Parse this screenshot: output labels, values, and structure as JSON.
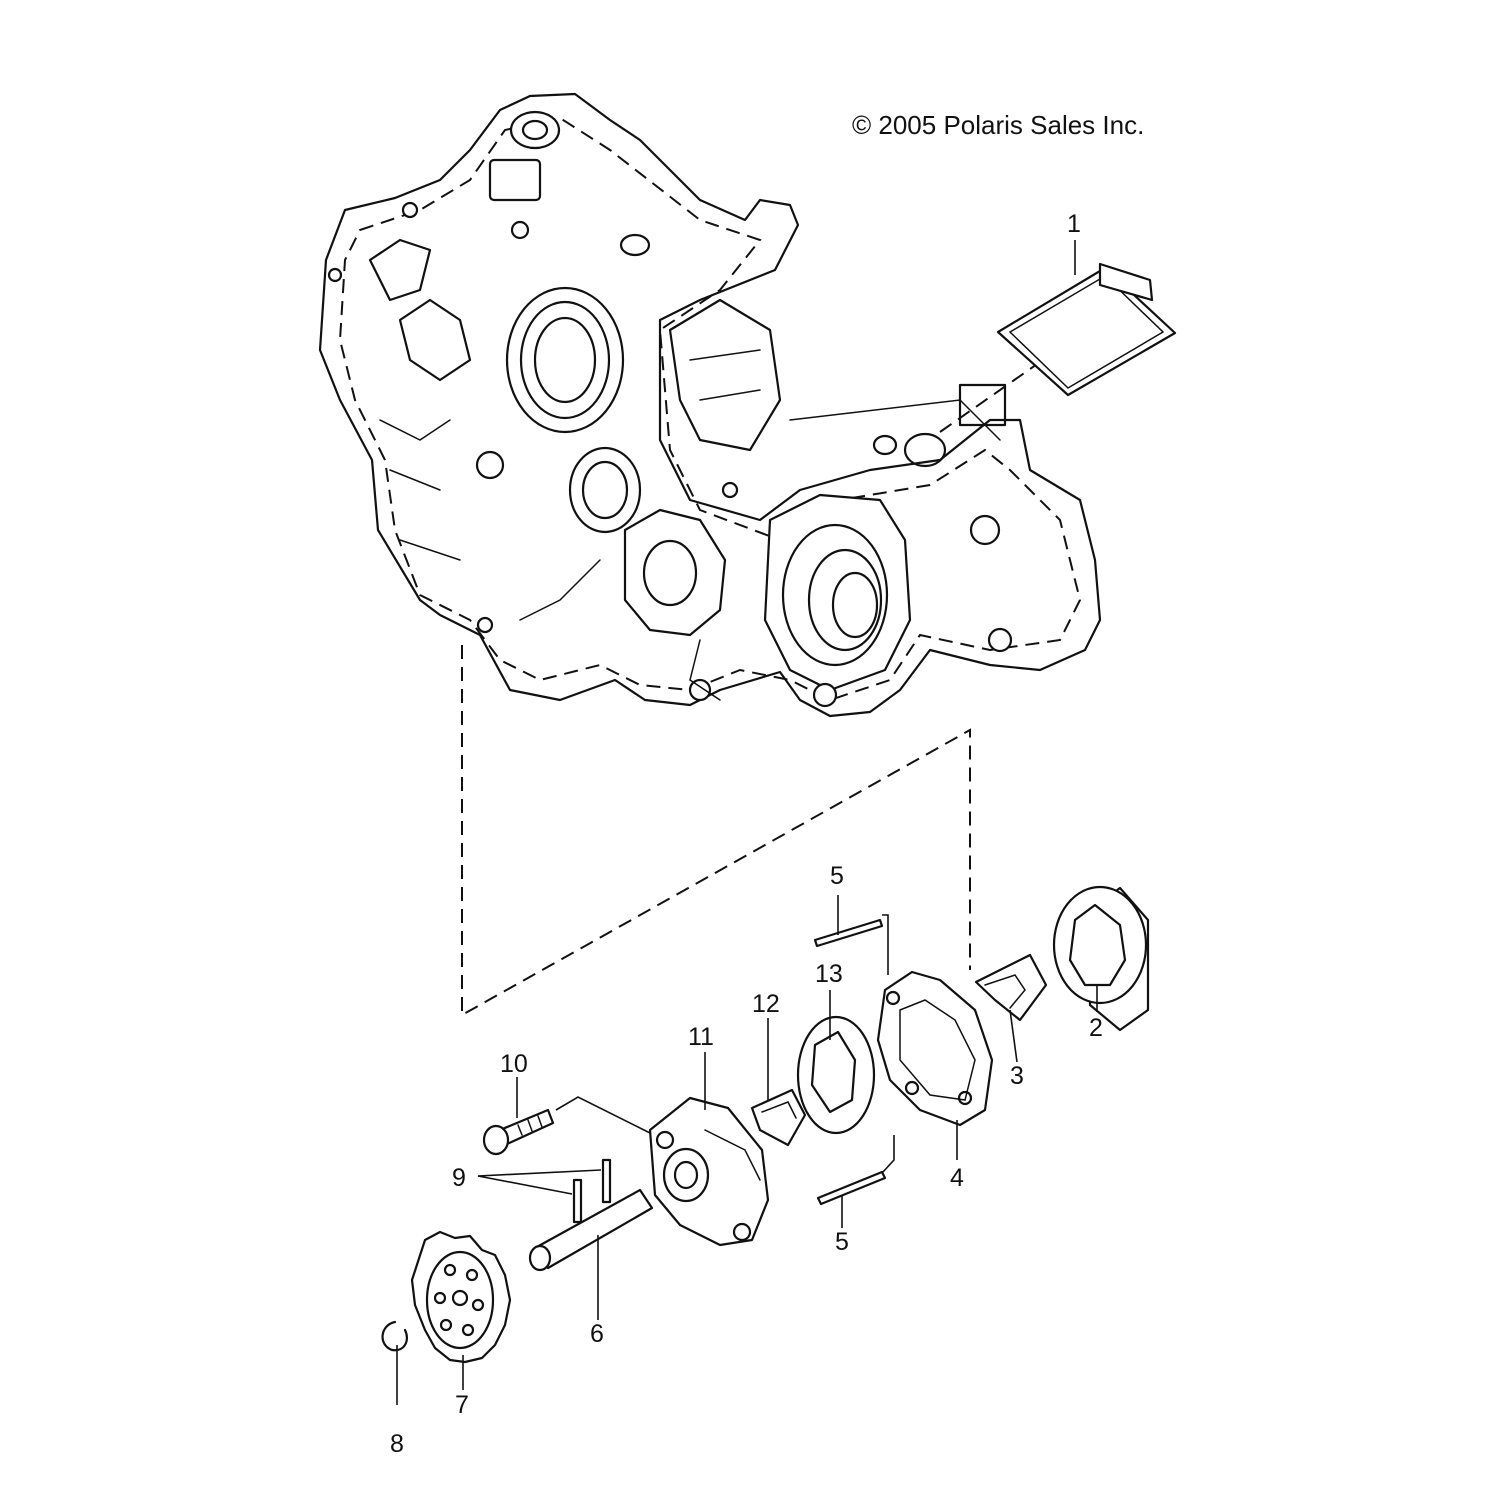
{
  "copyright": "© 2005 Polaris Sales Inc.",
  "callouts": {
    "c1": "1",
    "c2": "2",
    "c3": "3",
    "c4": "4",
    "c5a": "5",
    "c5b": "5",
    "c6": "6",
    "c7": "7",
    "c8": "8",
    "c9": "9",
    "c10": "10",
    "c11": "11",
    "c12": "12",
    "c13": "13"
  }
}
